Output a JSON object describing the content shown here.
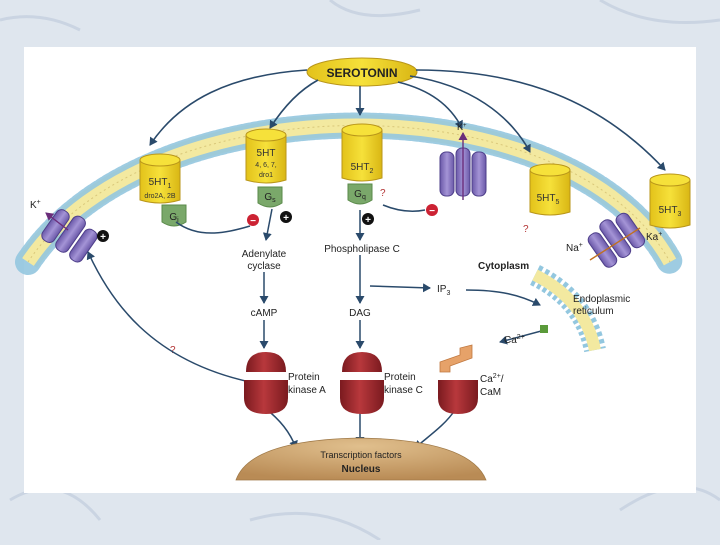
{
  "serotonin": "SEROTONIN",
  "receptors": {
    "r1": {
      "main": "5HT",
      "sub": "1",
      "note": "dro2A, 2B",
      "protein": "G",
      "protein_sub": "i"
    },
    "r4": {
      "main": "5HT",
      "note": "4, 6, 7,",
      "note2": "dro1",
      "protein": "G",
      "protein_sub": "s"
    },
    "r2": {
      "main": "5HT",
      "sub": "2",
      "protein": "G",
      "protein_sub": "q"
    },
    "r5": {
      "main": "5HT",
      "sub": "5"
    },
    "r3": {
      "main": "5HT",
      "sub": "3"
    }
  },
  "ions": {
    "k_left": "K",
    "k_left_sup": "+",
    "k_top": "K",
    "k_top_sup": "+",
    "na": "Na",
    "na_sup": "+",
    "ka": "Ka",
    "ka_sup": "+",
    "ca": "Ca",
    "ca_sup": "2+"
  },
  "signs": {
    "plus": "+",
    "minus": "−"
  },
  "question": "?",
  "labels": {
    "adenylate": "Adenylate",
    "cyclase": "cyclase",
    "plc": "Phospholipase C",
    "cytoplasm": "Cytoplasm",
    "ip": "IP",
    "ip_sub": "3",
    "camp": "cAMP",
    "dag": "DAG",
    "er1": "Endoplasmic",
    "er2": "reticulum",
    "pka1": "Protein",
    "pka2": "kinase A",
    "pkc1": "Protein",
    "pkc2": "kinase C",
    "cam1": "Ca",
    "cam1_sup": "2+",
    "cam1_tail": "/",
    "cam2": "CaM",
    "tf": "Transcription factors",
    "nucleus": "Nucleus"
  },
  "colors": {
    "page_bg": "#dfe6ee",
    "panel": "#ffffff",
    "receptor_yellow": "#f1d51d",
    "channel_purple": "#8673bf",
    "arrow": "#2a4a6b",
    "kinase_red": "#a12a2f",
    "nucleus": "#c8a06c",
    "minus_red": "#cc2233",
    "question_red": "#b33333"
  }
}
